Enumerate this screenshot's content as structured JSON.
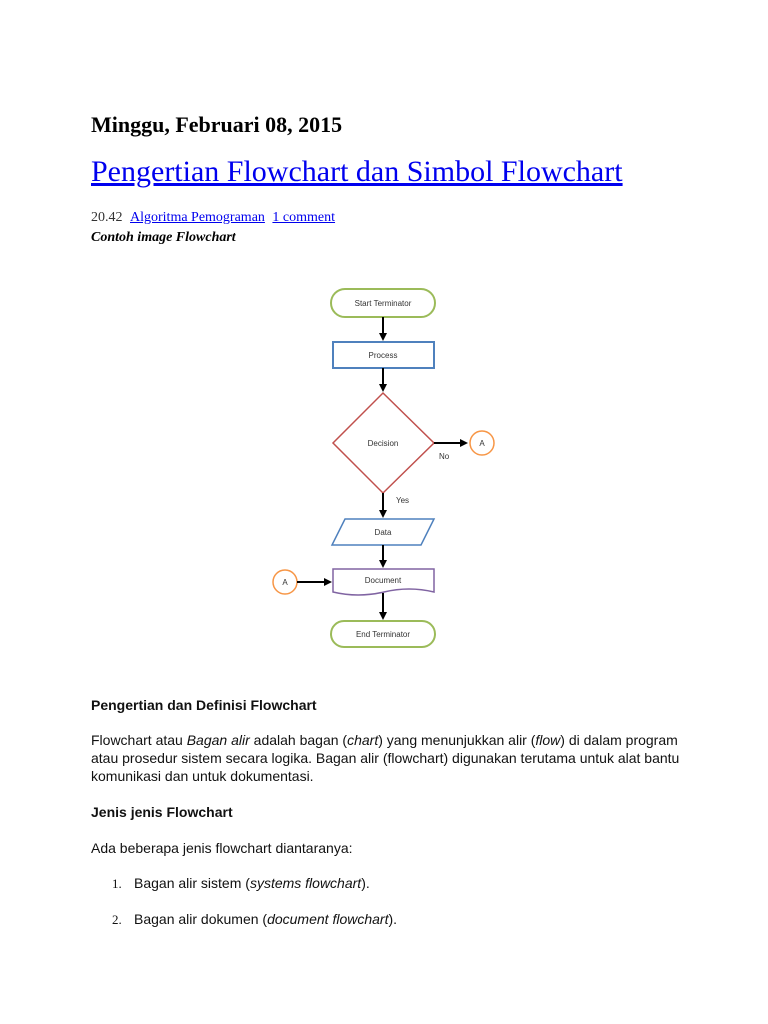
{
  "post": {
    "date": "Minggu, Februari 08, 2015",
    "title": "Pengertian Flowchart dan Simbol Flowchart",
    "time": "20.42",
    "category": "Algoritma Pemograman",
    "comments": "1 comment",
    "image_caption": "Contoh image Flowchart"
  },
  "flowchart": {
    "start": "Start Terminator",
    "process": "Process",
    "decision": "Decision",
    "connector": "A",
    "no": "No",
    "yes": "Yes",
    "data": "Data",
    "document": "Document",
    "end": "End Terminator",
    "colors": {
      "terminator": "#9bbb59",
      "process": "#4f81bd",
      "decision": "#c0504d",
      "connector": "#f79646",
      "document": "#8064a2"
    }
  },
  "section1": {
    "heading": "Pengertian dan Definisi Flowchart",
    "p1_a": "Flowchart atau ",
    "p1_b": "Bagan alir",
    "p1_c": " adalah bagan  (",
    "p1_d": "chart",
    "p1_e": ") yang menunjukkan alir  (",
    "p1_f": "flow",
    "p1_g": ") di dalam program atau prosedur sistem secara logika. Bagan alir (flowchart) digunakan terutama untuk alat bantu komunikasi dan untuk dokumentasi."
  },
  "section2": {
    "heading": "Jenis jenis Flowchart",
    "intro": "Ada beberapa jenis flowchart diantaranya:",
    "items": [
      {
        "num": "1.",
        "pre": "Bagan alir sistem (",
        "em": "systems flowchart",
        "post": ")."
      },
      {
        "num": "2.",
        "pre": "Bagan alir dokumen (",
        "em": "document flowchart",
        "post": ")."
      }
    ]
  }
}
